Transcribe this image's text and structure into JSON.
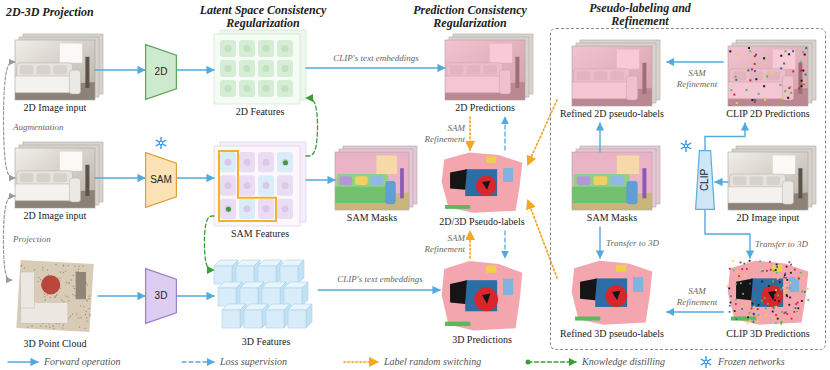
{
  "diagram": {
    "nodes": [
      {
        "text": [
          "2D Image input"
        ]
      },
      {
        "text": [
          "2D Image input"
        ]
      },
      {
        "text": [
          "3D Point Cloud"
        ]
      },
      {
        "text": [
          "2D"
        ]
      },
      {
        "text": [
          "SAM"
        ]
      },
      {
        "text": [
          "3D"
        ]
      },
      {
        "text": [
          "2D Features"
        ]
      },
      {
        "text": [
          "SAM Features"
        ]
      },
      {
        "text": [
          "3D Features"
        ]
      },
      {
        "text": [
          "SAM Masks"
        ]
      },
      {
        "text": [
          "2D Predictions"
        ]
      },
      {
        "text": [
          "2D/3D Pseudo-labels"
        ]
      },
      {
        "text": [
          "3D Predictions"
        ]
      },
      {
        "text": [
          "Pseudo-labeling and Refinement"
        ]
      },
      {
        "text": [
          "Refined 2D pseudo-labels"
        ],
        "in": 13
      },
      {
        "text": [
          "CLIP 2D Predictions"
        ],
        "in": 13
      },
      {
        "text": [
          "SAM Masks"
        ],
        "in": 13
      },
      {
        "text": [
          "2D Image input"
        ],
        "in": 13
      },
      {
        "text": [
          "CLIP"
        ],
        "in": 13
      },
      {
        "text": [
          "Refined 3D pseudo-labels"
        ],
        "in": 13
      },
      {
        "text": [
          "CLIP 3D Predictions"
        ],
        "in": 13
      }
    ],
    "edges": [
      {
        "from": 0,
        "to": 3,
        "arrow": "to"
      },
      {
        "from": 1,
        "to": 4,
        "arrow": "to"
      },
      {
        "from": 2,
        "to": 5,
        "arrow": "to"
      },
      {
        "from": 3,
        "to": 6,
        "arrow": "to"
      },
      {
        "from": 4,
        "to": 7,
        "arrow": "to"
      },
      {
        "from": 5,
        "to": 8,
        "arrow": "to"
      },
      {
        "from": 6,
        "to": 10,
        "arrow": "to",
        "label": "CLIP's text embeddings"
      },
      {
        "from": 8,
        "to": 12,
        "arrow": "to",
        "label": "CLIP's text embeddings"
      },
      {
        "from": 7,
        "to": 9,
        "arrow": "to"
      },
      {
        "from": 7,
        "to": 6,
        "arrow": "to"
      },
      {
        "from": 7,
        "to": 8,
        "arrow": "to"
      },
      {
        "from": 0,
        "to": 1,
        "arrow": "both",
        "label": "Augmentation"
      },
      {
        "from": 1,
        "to": 2,
        "arrow": "both",
        "label": "Projection"
      },
      {
        "from": 11,
        "to": 10,
        "arrow": "to"
      },
      {
        "from": 10,
        "to": 11,
        "arrow": "to",
        "label": "SAM Refinement"
      },
      {
        "from": 12,
        "to": 11,
        "arrow": "to",
        "label": "SAM Refinement"
      },
      {
        "from": 11,
        "to": 12,
        "arrow": "to"
      },
      {
        "from": 14,
        "to": 11,
        "arrow": "to"
      },
      {
        "from": 19,
        "to": 11,
        "arrow": "to"
      },
      {
        "from": 15,
        "to": 14,
        "arrow": "to",
        "label": "SAM Refinement"
      },
      {
        "from": 20,
        "to": 19,
        "arrow": "to",
        "label": "SAM Refinement"
      },
      {
        "from": 17,
        "to": 18,
        "arrow": "to"
      },
      {
        "from": 18,
        "to": 15,
        "arrow": "to"
      },
      {
        "from": 18,
        "to": 20,
        "arrow": "to",
        "label": "Transfer to 3D"
      },
      {
        "from": 16,
        "to": 19,
        "arrow": "to",
        "label": "Transfer to 3D"
      },
      {
        "from": 16,
        "to": 14,
        "arrow": "to"
      }
    ],
    "labels": [
      "2D-3D Projection",
      "Latent Space Consistency Regularization",
      "Prediction Consistency Regularization"
    ],
    "legend": [
      {
        "text": "Forward operation"
      },
      {
        "text": "Loss supervision"
      },
      {
        "text": "Label random switching"
      },
      {
        "text": "Knowledge distilling"
      },
      {
        "text": "Frozen networks"
      }
    ]
  }
}
